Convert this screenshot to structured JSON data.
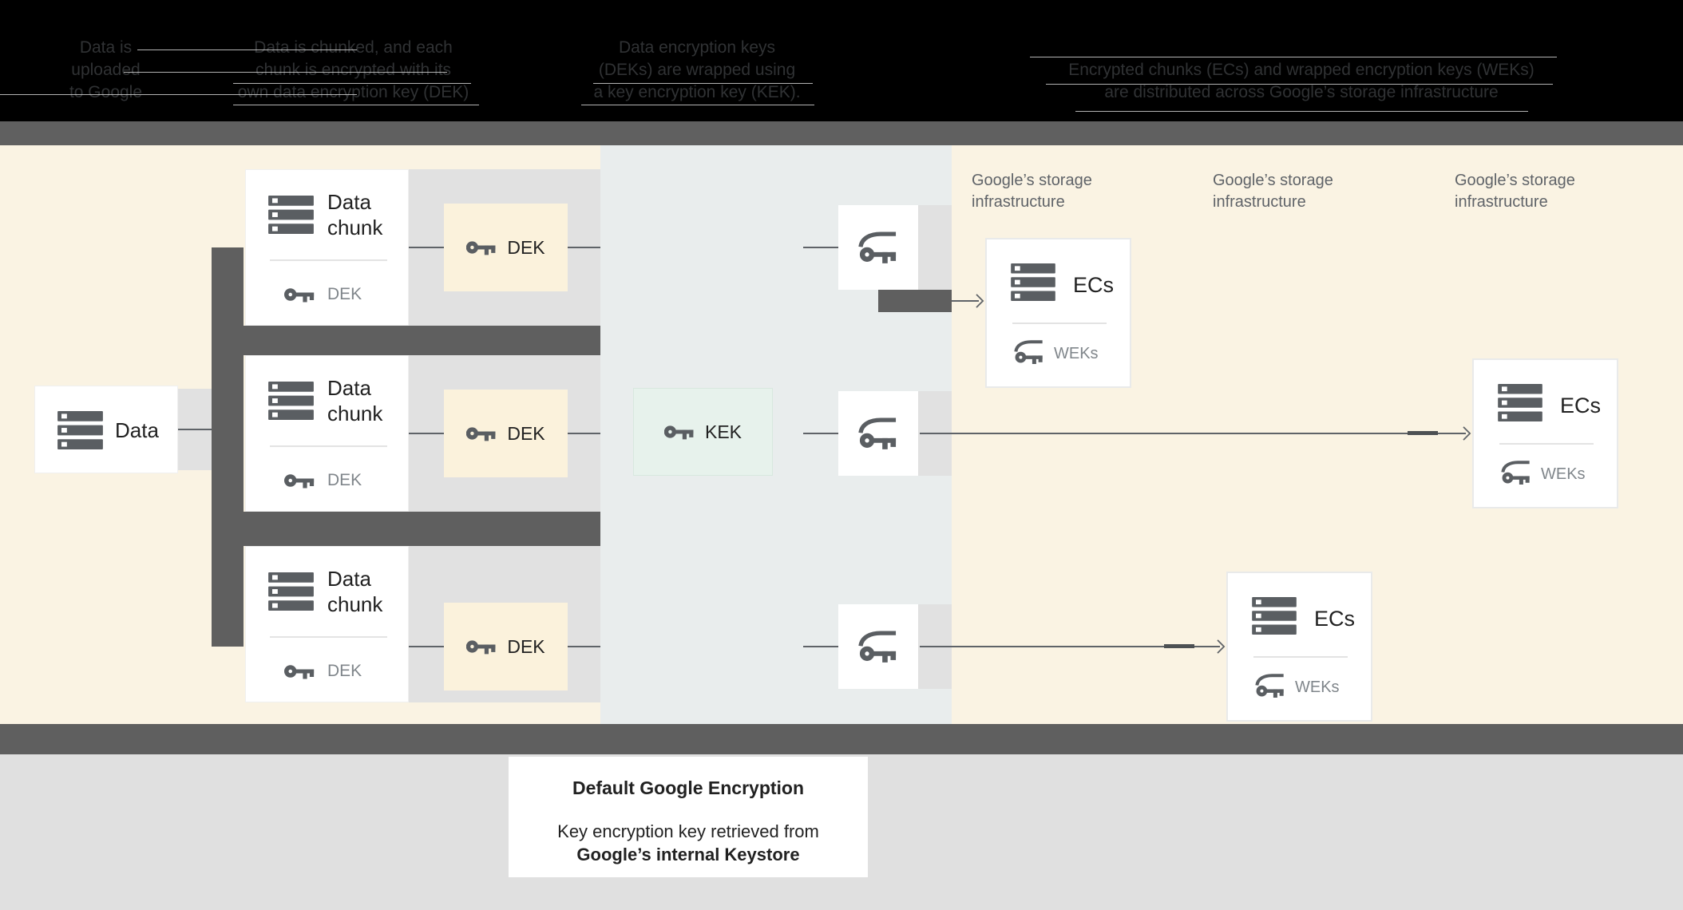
{
  "header": {
    "steps": [
      {
        "lines": [
          "Data is",
          "uploaded",
          "to Google"
        ]
      },
      {
        "lines": [
          "Data is chunked, and each",
          "chunk is encrypted with its",
          "own data encryption key (DEK)"
        ]
      },
      {
        "lines": [
          "Data encryption keys",
          "(DEKs) are wrapped using",
          "a key encryption key (KEK)."
        ]
      },
      {
        "lines": [
          "Encrypted chunks (ECs) and wrapped encryption keys (WEKs)",
          "are distributed across Google’s storage infrastructure"
        ]
      }
    ]
  },
  "diagram": {
    "data_box": {
      "label": "Data"
    },
    "chunks": [
      {
        "title_line1": "Data",
        "title_line2": "chunk",
        "key_label": "DEK"
      },
      {
        "title_line1": "Data",
        "title_line2": "chunk",
        "key_label": "DEK"
      },
      {
        "title_line1": "Data",
        "title_line2": "chunk",
        "key_label": "DEK"
      }
    ],
    "dek_chips": [
      {
        "label": "DEK"
      },
      {
        "label": "DEK"
      },
      {
        "label": "DEK"
      }
    ],
    "kek_chip": {
      "label": "KEK"
    },
    "storage_labels": [
      {
        "line1": "Google’s storage",
        "line2": "infrastructure"
      },
      {
        "line1": "Google’s storage",
        "line2": "infrastructure"
      },
      {
        "line1": "Google’s storage",
        "line2": "infrastructure"
      }
    ],
    "ecs_boxes": [
      {
        "title": "ECs",
        "key_label": "WEKs"
      },
      {
        "title": "ECs",
        "key_label": "WEKs"
      },
      {
        "title": "ECs",
        "key_label": "WEKs"
      }
    ]
  },
  "caption": {
    "title": "Default Google Encryption",
    "line1": "Key encryption key retrieved from",
    "line2": "Google’s internal Keystore"
  },
  "colors": {
    "header_bg": "#000000",
    "separator_bar": "#606060",
    "zone_yellow": "#FAF3E3",
    "zone_gray_blue": "#E9EDED",
    "band_gray": "#E1E1E1",
    "pipe_dark": "#5F5F5F",
    "chip_yellow": "#FBF2DC",
    "kek_green": "#E7F2EC",
    "bottom_strip": "#E0E0E0",
    "icon_gray": "#5A5E62",
    "text_dark": "#212121",
    "text_gray": "#80868B",
    "label_gray": "#5F6368"
  }
}
